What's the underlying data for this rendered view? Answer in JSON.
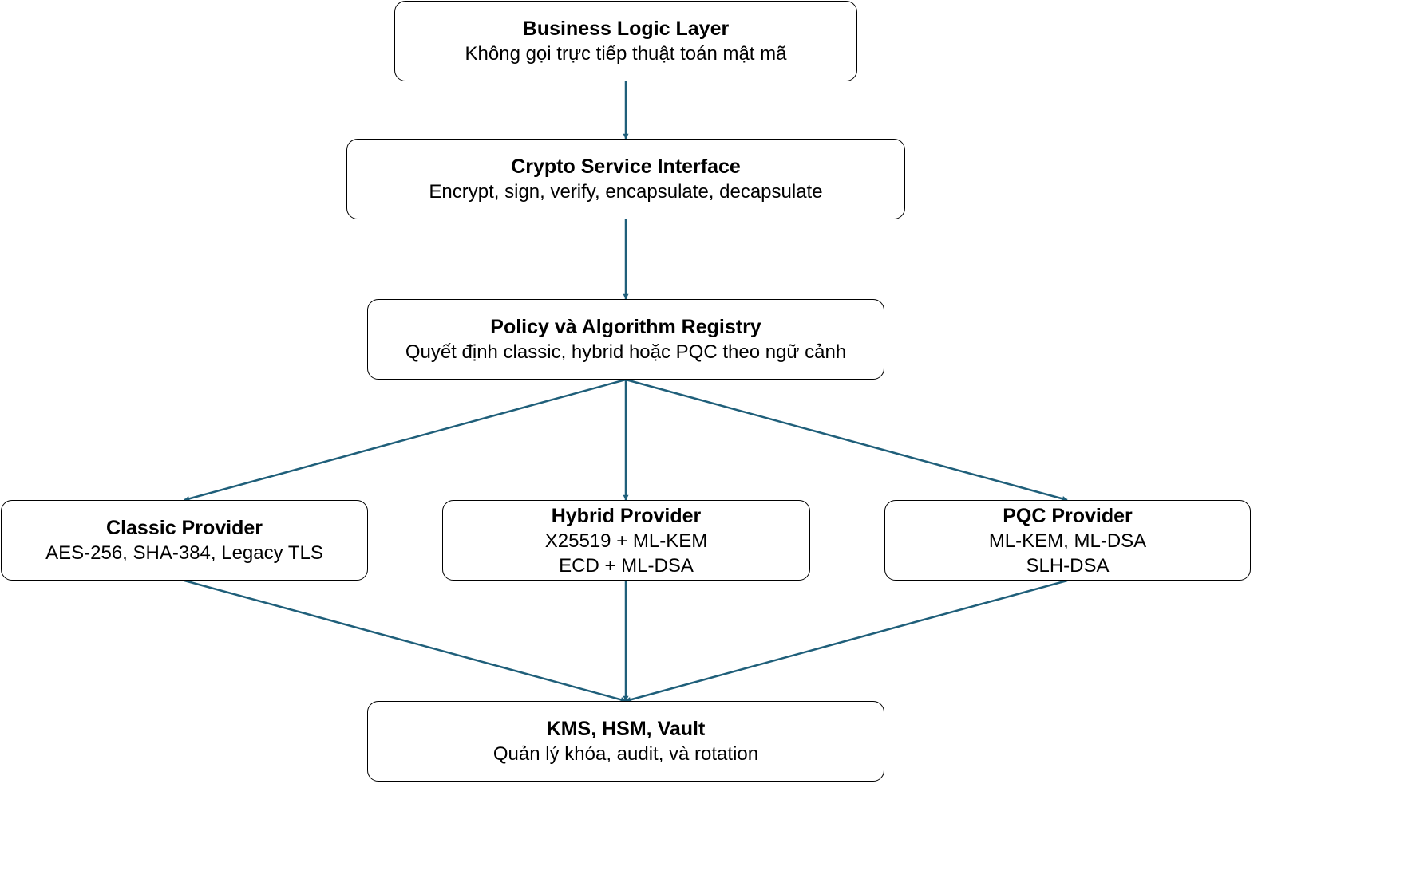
{
  "colors": {
    "edge": "#1f5f7a",
    "border": "#000000",
    "background": "#ffffff"
  },
  "nodes": {
    "business": {
      "title": "Business Logic Layer",
      "lines": [
        "Không gọi trực tiếp thuật toán mật mã"
      ]
    },
    "crypto": {
      "title": "Crypto Service Interface",
      "lines": [
        "Encrypt, sign, verify, encapsulate, decapsulate"
      ]
    },
    "policy": {
      "title": "Policy và Algorithm Registry",
      "lines": [
        "Quyết định classic, hybrid hoặc PQC theo ngữ cảnh"
      ]
    },
    "classic": {
      "title": "Classic Provider",
      "lines": [
        "AES-256, SHA-384, Legacy TLS"
      ]
    },
    "hybrid": {
      "title": "Hybrid Provider",
      "lines": [
        "X25519 + ML-KEM",
        "ECD + ML-DSA"
      ]
    },
    "pqc": {
      "title": "PQC Provider",
      "lines": [
        "ML-KEM, ML-DSA",
        "SLH-DSA"
      ]
    },
    "kms": {
      "title": "KMS, HSM, Vault",
      "lines": [
        "Quản lý khóa, audit, và rotation"
      ]
    }
  },
  "edges": [
    {
      "from": "business",
      "to": "crypto"
    },
    {
      "from": "crypto",
      "to": "policy"
    },
    {
      "from": "policy",
      "to": "classic"
    },
    {
      "from": "policy",
      "to": "hybrid"
    },
    {
      "from": "policy",
      "to": "pqc"
    },
    {
      "from": "classic",
      "to": "kms"
    },
    {
      "from": "hybrid",
      "to": "kms"
    },
    {
      "from": "pqc",
      "to": "kms"
    }
  ]
}
